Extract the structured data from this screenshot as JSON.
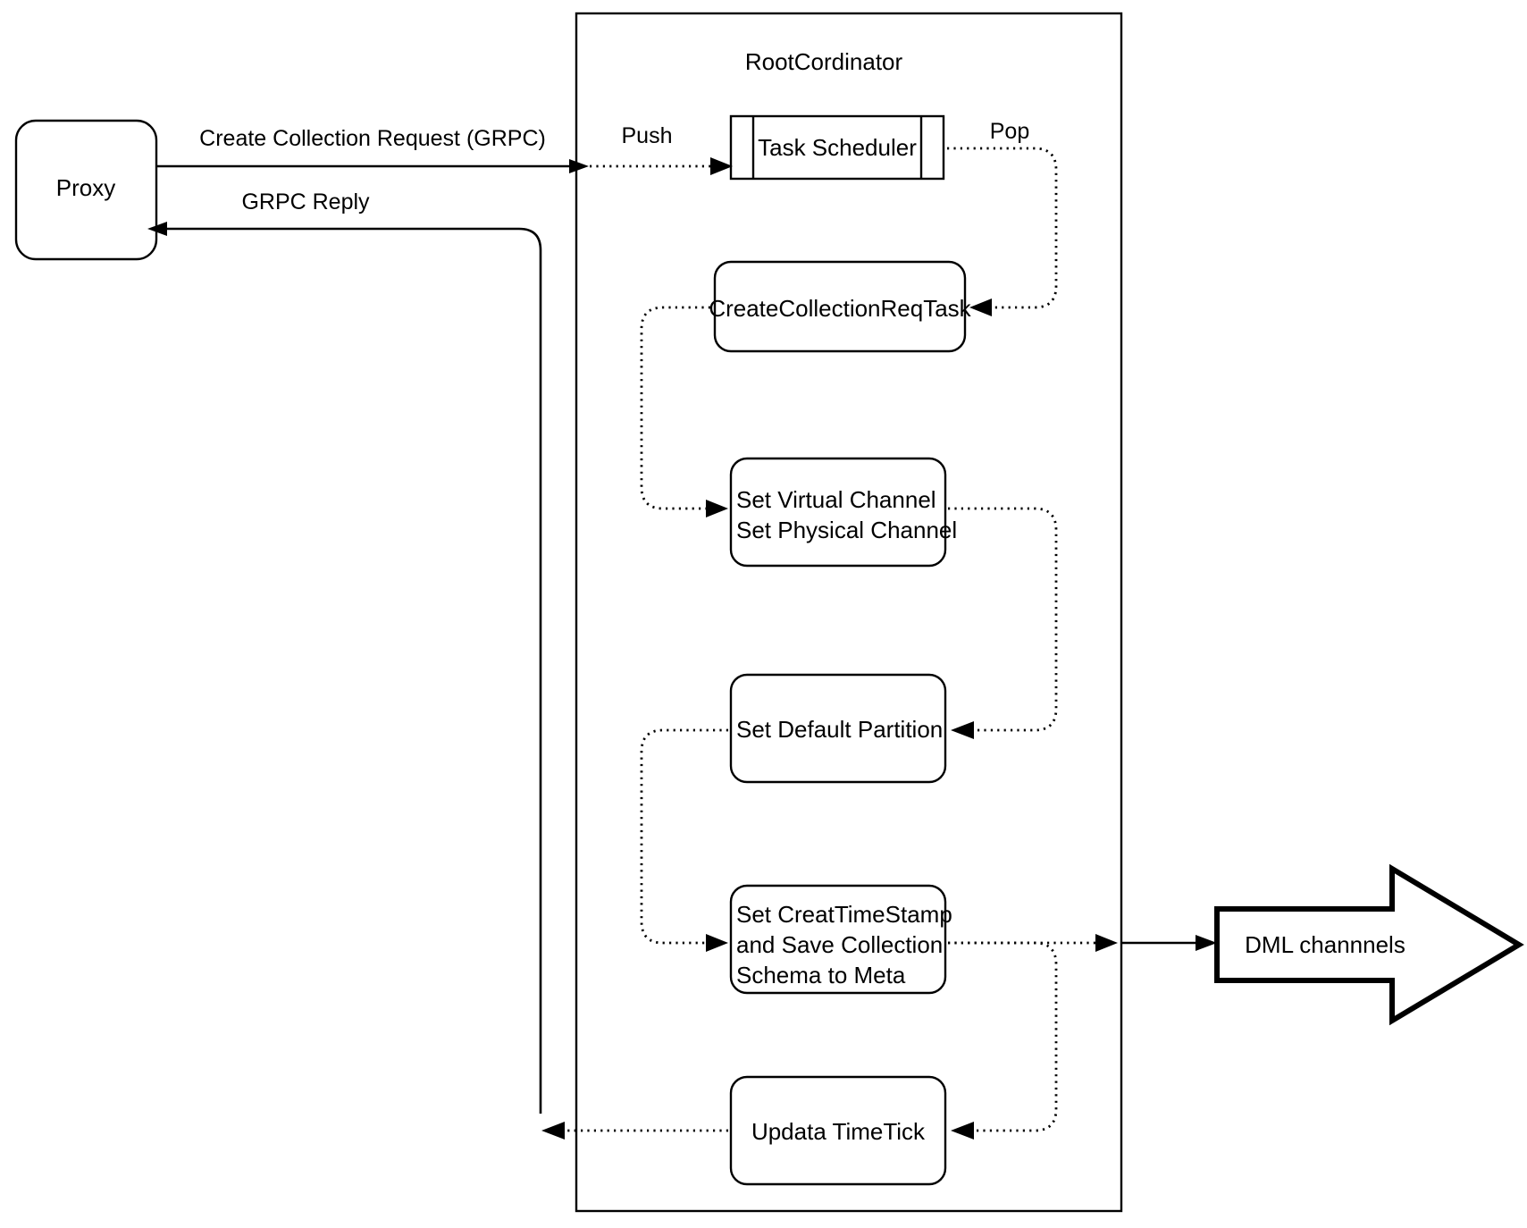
{
  "diagram": {
    "title_text": "RootCordinator",
    "nodes": {
      "proxy": {
        "label": "Proxy"
      },
      "task_scheduler": {
        "label": "Task Scheduler"
      },
      "create_collection_req_task": {
        "label": "CreateCollectionReqTask"
      },
      "set_channels": {
        "line1": "Set Virtual Channel",
        "line2": "Set Physical Channel"
      },
      "set_default_partition": {
        "label": "Set Default Partition"
      },
      "set_creat_timestamp": {
        "line1": "Set CreatTimeStamp",
        "line2": "and Save Collection",
        "line3": "Schema to Meta"
      },
      "updata_timetick": {
        "label": "Updata TimeTick"
      },
      "dml_channels": {
        "label": "DML channnels"
      }
    },
    "edge_labels": {
      "create_collection_request": "Create Collection Request (GRPC)",
      "grpc_reply": "GRPC Reply",
      "push": "Push",
      "pop": "Pop"
    },
    "colors": {
      "stroke": "#000000",
      "fill": "#ffffff",
      "background": "#ffffff"
    }
  }
}
